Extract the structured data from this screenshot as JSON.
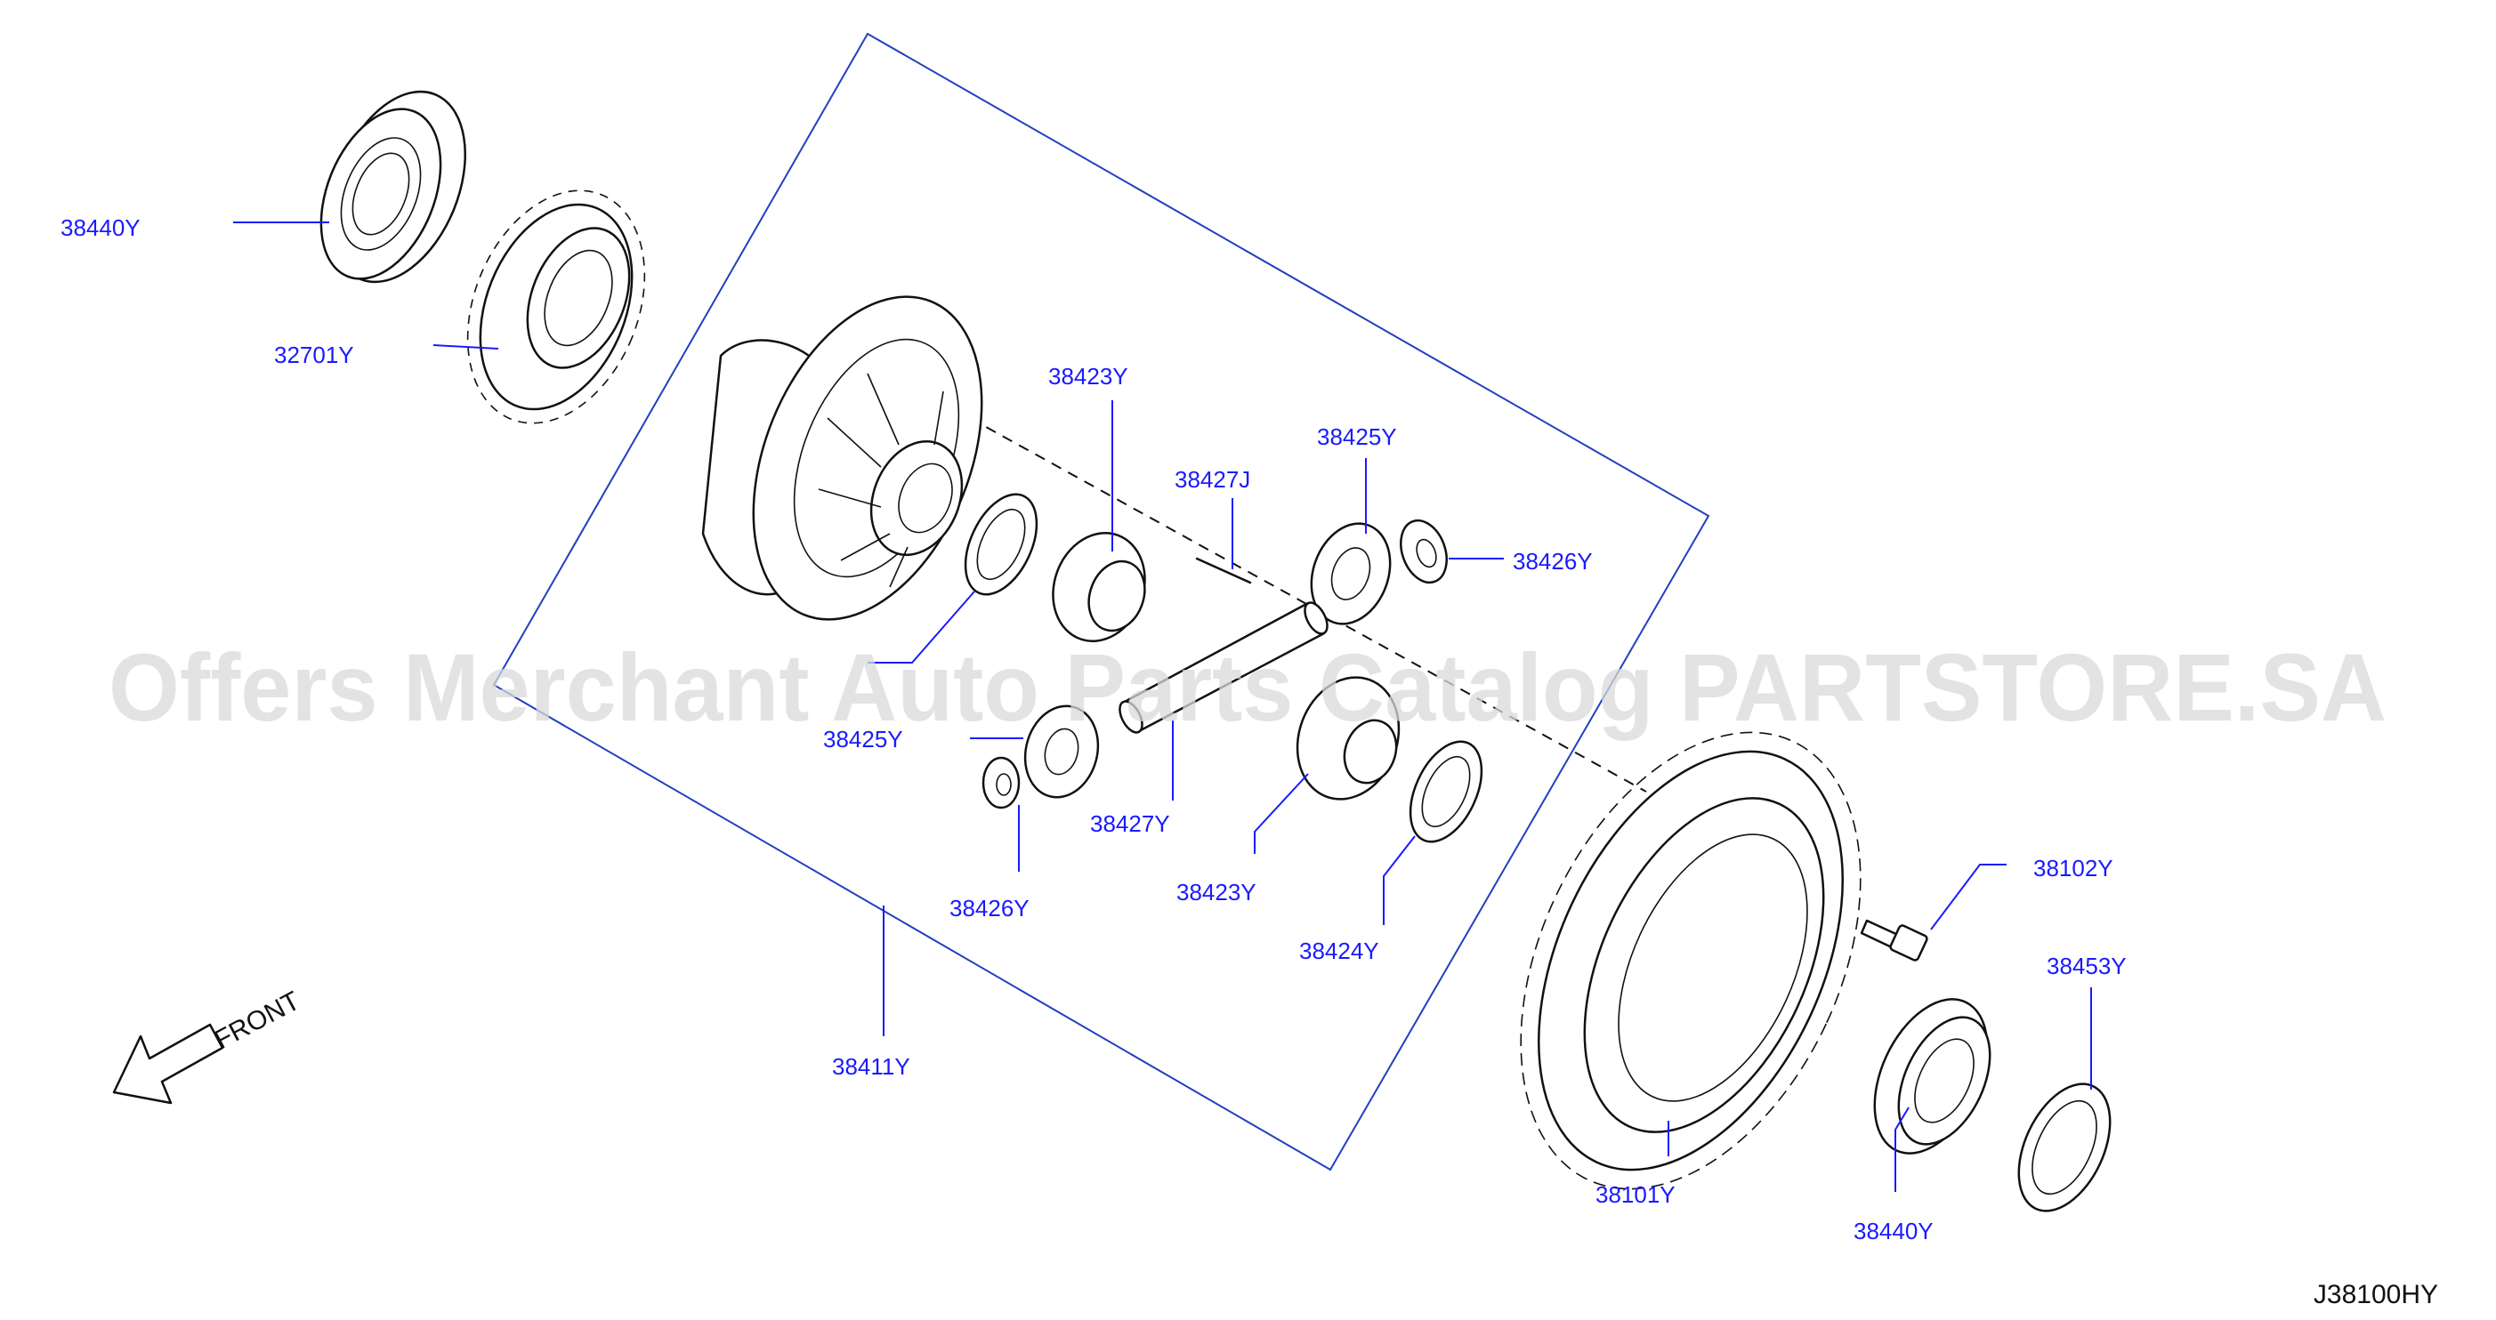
{
  "diagram": {
    "watermark": "Offers Merchant Auto Parts Catalog PARTSTORE.SA",
    "reference_code": "J38100HY",
    "front_label": "FRONT",
    "callouts": {
      "bearing_top": "38440Y",
      "drive_gear": "32701Y",
      "pinion_gear_top": "38423Y",
      "pinion_shaft_pin": "38427J",
      "side_gear_top": "38425Y",
      "thrust_washer_right": "38426Y",
      "side_gear_left": "38425Y",
      "pinion_shaft": "38427Y",
      "thrust_washer_left": "38426Y",
      "pinion_gear_bottom": "38423Y",
      "side_washer_bottom": "38424Y",
      "diff_case": "38411Y",
      "ring_gear_bolt": "38102Y",
      "shim": "38453Y",
      "ring_gear": "38101Y",
      "bearing_bottom": "38440Y"
    }
  }
}
